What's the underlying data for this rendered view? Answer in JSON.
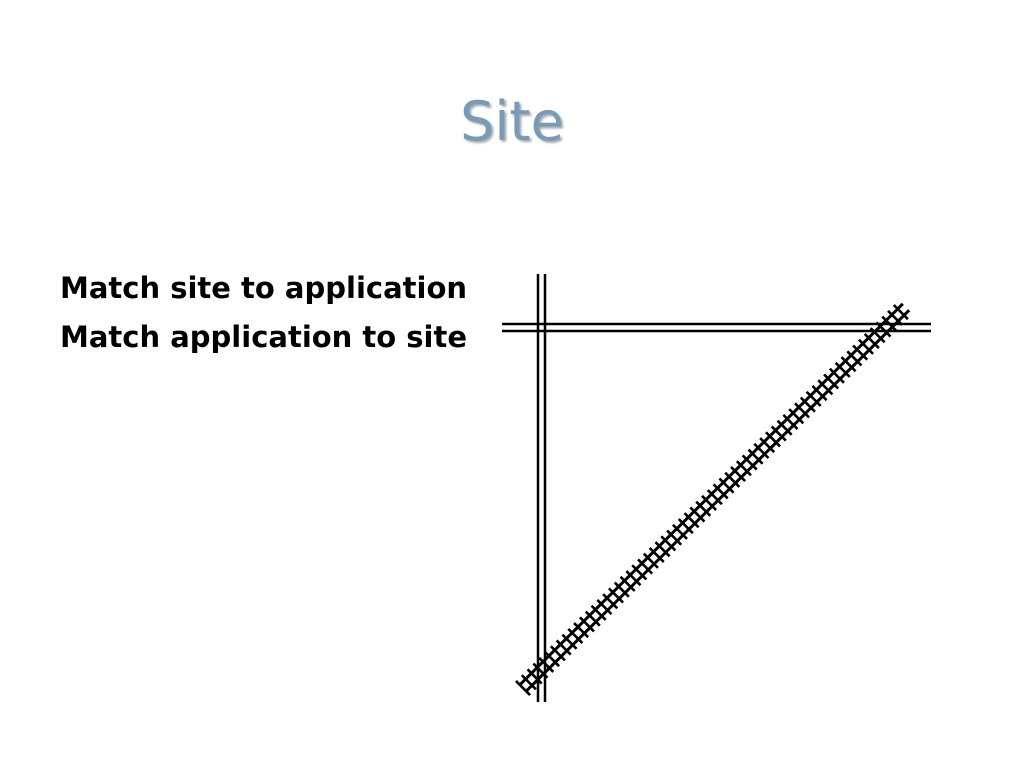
{
  "slide": {
    "title": "Site",
    "title_color": "#7a9bb8",
    "bullets": [
      "Match site to application",
      "Match application to site"
    ]
  },
  "diagram": {
    "elements": [
      {
        "name": "vertical-road",
        "kind": "double-line-road"
      },
      {
        "name": "horizontal-road",
        "kind": "double-line-road"
      },
      {
        "name": "railroad-track",
        "kind": "railroad-with-ties"
      }
    ],
    "line_color": "#000000"
  }
}
